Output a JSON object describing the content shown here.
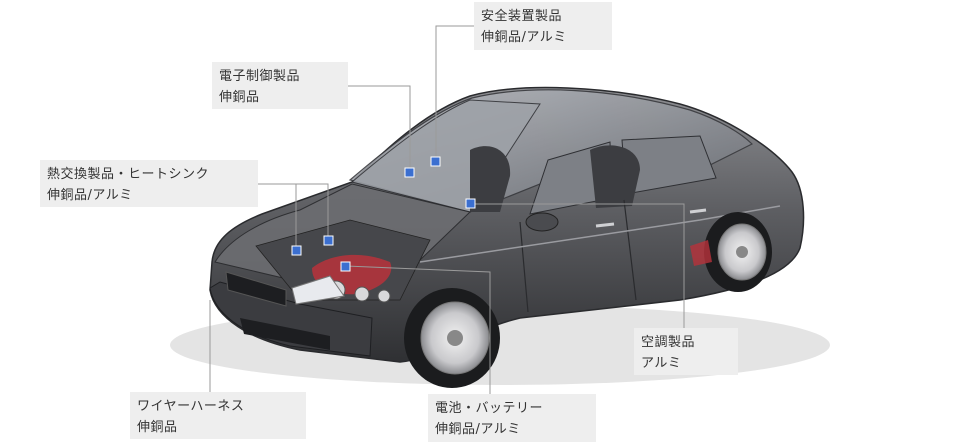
{
  "colors": {
    "label_bg": "#eeeeee",
    "label_text": "#333333",
    "leader_line": "#9a9a9a",
    "marker": "#3b6fd0",
    "car_body": "#5a5b5f"
  },
  "callouts": [
    {
      "id": "safety",
      "category": "安全装置製品",
      "materials": "伸銅品/アルミ"
    },
    {
      "id": "electronic",
      "category": "電子制御製品",
      "materials": "伸銅品"
    },
    {
      "id": "heat",
      "category": "熱交換製品・ヒートシンク",
      "materials": "伸銅品/アルミ"
    },
    {
      "id": "aircon",
      "category": "空調製品",
      "materials": "アルミ"
    },
    {
      "id": "harness",
      "category": "ワイヤーハーネス",
      "materials": "伸銅品"
    },
    {
      "id": "battery",
      "category": "電池・バッテリー",
      "materials": "伸銅品/アルミ"
    }
  ]
}
